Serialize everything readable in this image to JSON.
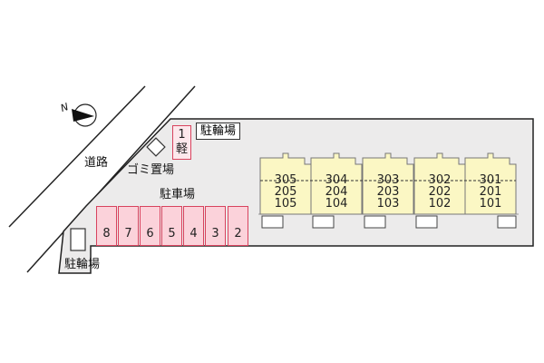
{
  "labels": {
    "road": "道路",
    "garbage": "ゴミ置場",
    "parking": "駐車場",
    "bicycle_top": "駐輪場",
    "bicycle_bottom": "駐輪場",
    "compact_number": "1",
    "compact_kind": "軽"
  },
  "compass": {
    "north_letter": "N"
  },
  "units": [
    {
      "top": "305",
      "mid": "205",
      "bottom": "105"
    },
    {
      "top": "304",
      "mid": "204",
      "bottom": "104"
    },
    {
      "top": "303",
      "mid": "203",
      "bottom": "103"
    },
    {
      "top": "302",
      "mid": "202",
      "bottom": "102"
    },
    {
      "top": "301",
      "mid": "201",
      "bottom": "101"
    }
  ],
  "parking_stalls": [
    "8",
    "7",
    "6",
    "5",
    "4",
    "3",
    "2"
  ],
  "colors": {
    "lot_fill": "#ecebeb",
    "building_fill": "#fbf7c4",
    "stall_fill": "#fbd2da",
    "stall_border": "#d8435e"
  }
}
